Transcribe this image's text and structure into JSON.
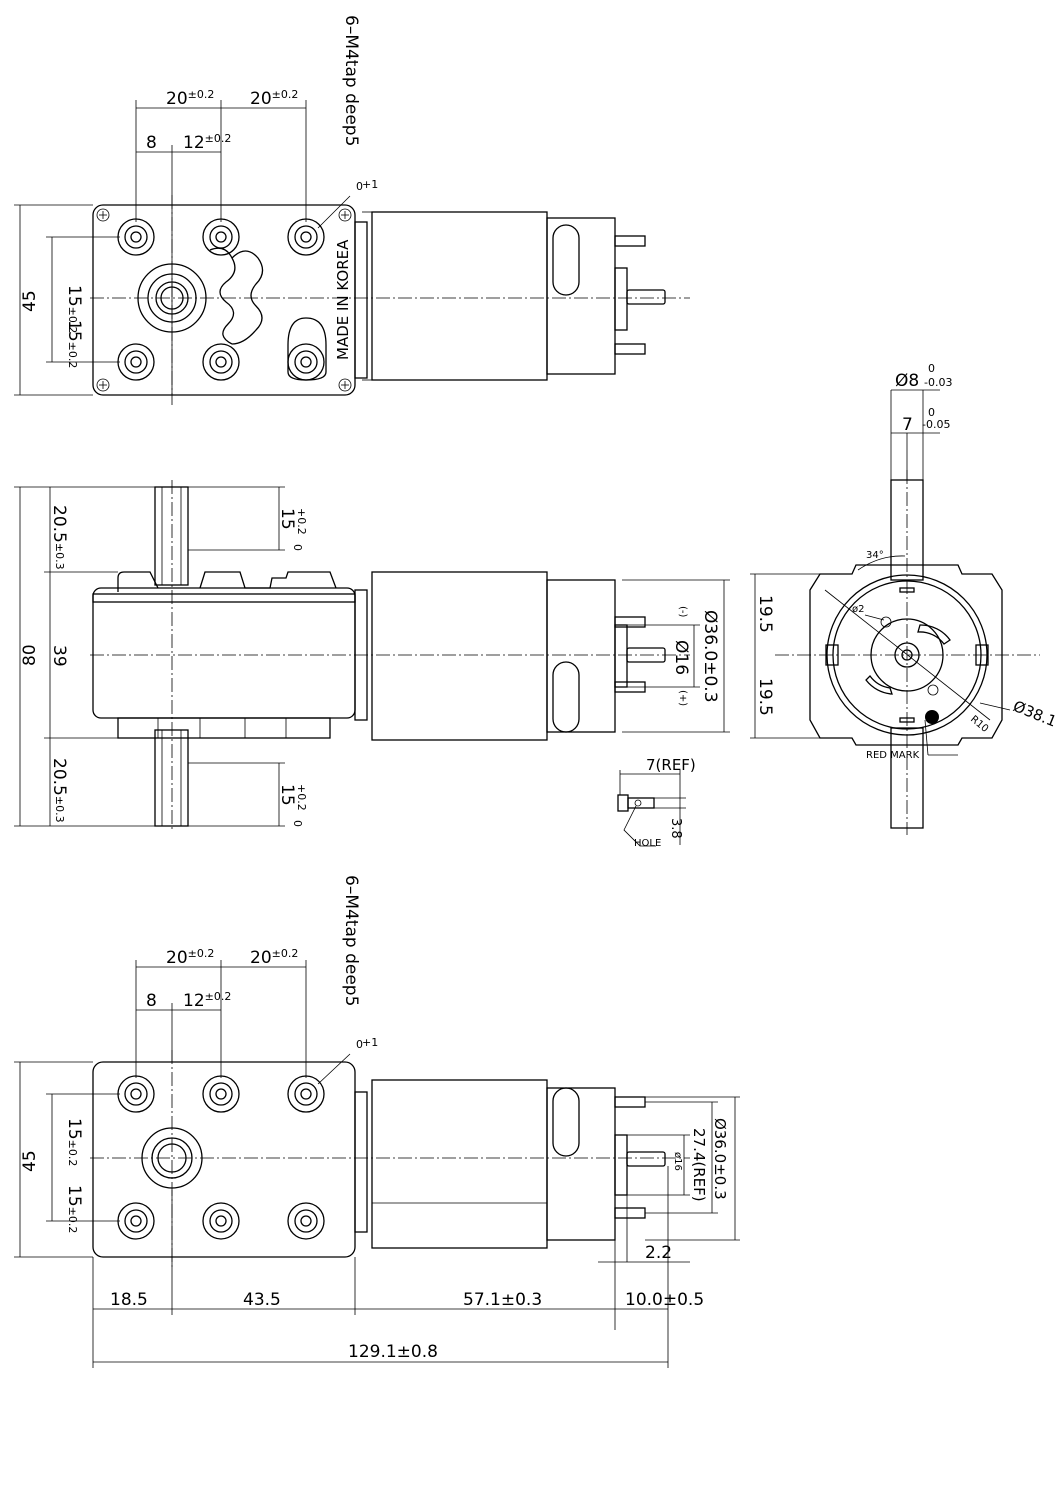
{
  "labels": {
    "tap_note": "6–M4tap  deep5",
    "tap_tol_plus": "+1",
    "tap_tol_zero": "0",
    "d20": "20",
    "tol02": "±0.2",
    "d8": "8",
    "d12": "12",
    "d45": "45",
    "d15": "15",
    "made_in": "MADE IN KOREA",
    "d20_5": "20.5",
    "tol03": "±0.3",
    "d80": "80",
    "d39": "39",
    "plus02": "+0.2",
    "zero": "0",
    "dia36": "Ø36.0±0.3",
    "dia16": "Ø16",
    "minus_sign": "(-)",
    "plus_sign": "(+)",
    "ref7": "7(REF)",
    "hole": "HOLE",
    "d3_8": "3.8",
    "dia8": "Ø8",
    "tol_003": "-0.03",
    "d7": "7",
    "tol_005": "-0.05",
    "d19_5": "19.5",
    "ang34": "34°",
    "phi2": "ø2",
    "dia38": "Ø38.1",
    "r10": "R10",
    "red_mark": "RED MARK",
    "ref27": "27.4(REF)",
    "phi16": "ø16",
    "d2_2": "2.2",
    "d18_5": "18.5",
    "d43_5": "43.5",
    "d57_1": "57.1±0.3",
    "d10": "10.0±0.5",
    "d129": "129.1±0.8"
  }
}
